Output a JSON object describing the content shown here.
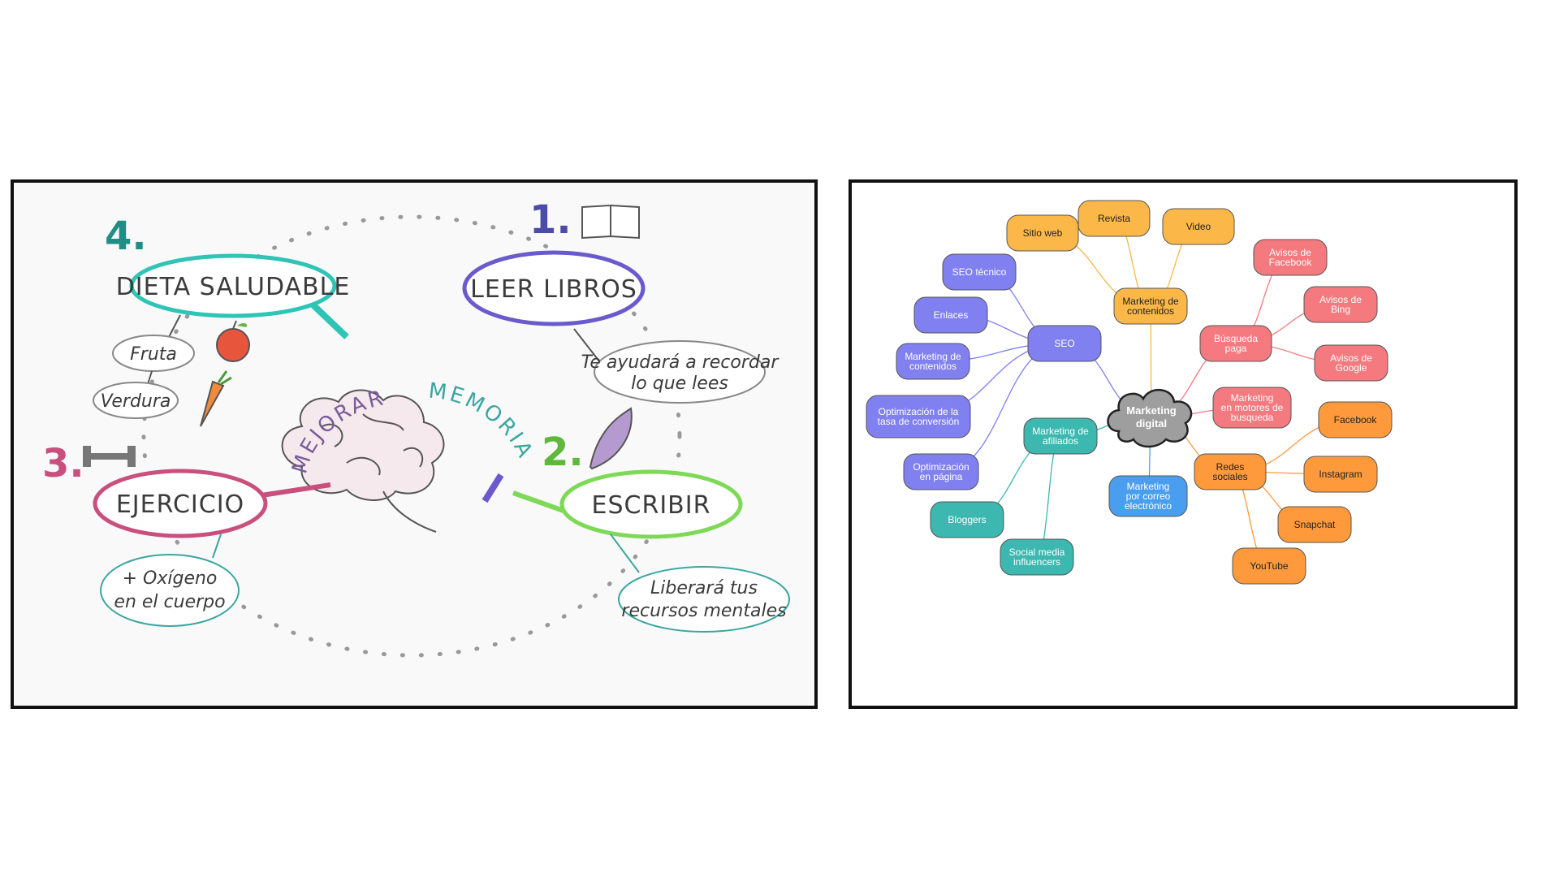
{
  "left_map": {
    "center": {
      "word1": "MEJORAR",
      "word2": "MEMORIA"
    },
    "branches": [
      {
        "number": "1.",
        "title": "LEER LIBROS",
        "note_line1": "Te ayudará a recordar",
        "note_line2": "lo que lees",
        "color": "#6a5acd",
        "icon": "book-icon"
      },
      {
        "number": "2.",
        "title": "ESCRIBIR",
        "note_line1": "Liberará tus",
        "note_line2": "recursos mentales",
        "color": "#7ed957",
        "icon": "feather-icon"
      },
      {
        "number": "3.",
        "title": "EJERCICIO",
        "note_line1": "+ Oxígeno",
        "note_line2": "en el cuerpo",
        "color": "#c94f7c",
        "icon": "dumbbell-icon"
      },
      {
        "number": "4.",
        "title": "DIETA SALUDABLE",
        "sub1": "Fruta",
        "sub2": "Verdura",
        "color": "#2ec4b6",
        "icon_a": "apple-icon",
        "icon_b": "carrot-icon"
      }
    ]
  },
  "right_map": {
    "center": {
      "line1": "Marketing",
      "line2": "digital",
      "color": "#9e9e9e"
    },
    "colors": {
      "purple": "#8080f0",
      "yellow": "#fbb848",
      "red": "#f47a80",
      "orange": "#ff9a3c",
      "teal": "#3cb8b0",
      "blue": "#4a9ef0"
    },
    "nodes": {
      "seo": [
        "SEO"
      ],
      "seo_tecnico": [
        "SEO técnico"
      ],
      "enlaces": [
        "Enlaces"
      ],
      "mkt_contenidos_seo": [
        "Marketing de",
        "contenidos"
      ],
      "optimizacion_tasa": [
        "Optimización de la",
        "tasa de conversión"
      ],
      "optimizacion_pagina": [
        "Optimización",
        "en página"
      ],
      "mkt_contenidos": [
        "Marketing de",
        "contenidos"
      ],
      "sitio_web": [
        "Sitio web"
      ],
      "revista": [
        "Revista"
      ],
      "video": [
        "Video"
      ],
      "busqueda_paga": [
        "Búsqueda",
        "paga"
      ],
      "avisos_facebook": [
        "Avisos de",
        "Facebook"
      ],
      "avisos_bing": [
        "Avisos de",
        "Bing"
      ],
      "avisos_google": [
        "Avisos de",
        "Google"
      ],
      "mkt_motores": [
        "Marketing",
        "en motores de",
        "busqueda"
      ],
      "redes_sociales": [
        "Redes",
        "sociales"
      ],
      "facebook": [
        "Facebook"
      ],
      "instagram": [
        "Instagram"
      ],
      "snapchat": [
        "Snapchat"
      ],
      "youtube": [
        "YouTube"
      ],
      "mkt_afiliados": [
        "Marketing de",
        "afiliados"
      ],
      "bloggers": [
        "Bloggers"
      ],
      "social_media": [
        "Social media",
        "influencers"
      ],
      "mkt_correo": [
        "Marketing",
        "por correo",
        "electrónico"
      ]
    }
  }
}
